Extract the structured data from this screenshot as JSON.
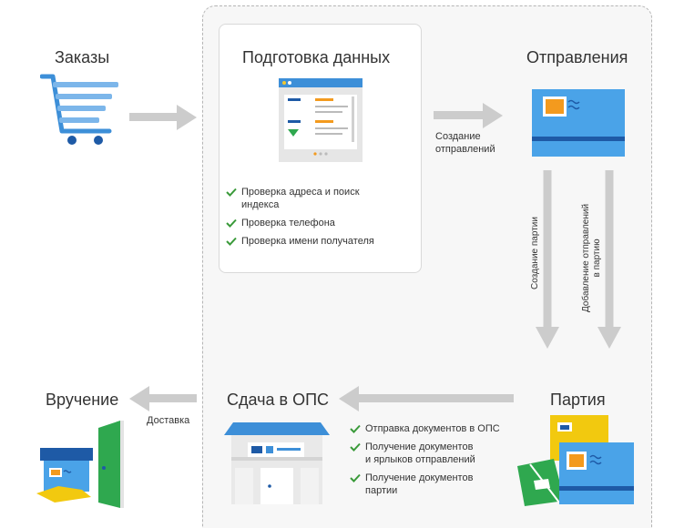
{
  "orders": {
    "title": "Заказы",
    "icon": "shopping-cart-icon"
  },
  "prep": {
    "title": "Подготовка данных",
    "icon": "data-form-icon",
    "checks": [
      [
        "Проверка адреса и поиск",
        "индекса"
      ],
      [
        "Проверка телефона"
      ],
      [
        "Проверка имени получателя"
      ]
    ]
  },
  "shipments": {
    "title": "Отправления",
    "icon": "envelope-icon",
    "arrow_label_lines": [
      "Создание",
      "отправлений"
    ]
  },
  "batch": {
    "title": "Партия",
    "icon": "batch-stack-icon",
    "arrow_create": "Создание партии",
    "arrow_add_lines": [
      "Добавление отправлений",
      "в партию"
    ]
  },
  "ops": {
    "title": "Сдача в ОПС",
    "icon": "post-office-icon",
    "checks": [
      [
        "Отправка документов в ОПС"
      ],
      [
        "Получение документов",
        "и ярлыков отправлений"
      ],
      [
        "Получение документов",
        "партии"
      ]
    ]
  },
  "delivery": {
    "title": "Вручение",
    "icon": "delivery-door-icon",
    "arrow_label": "Доставка"
  },
  "colors": {
    "arrow": "#cccccc",
    "check": "#3a9a3a",
    "blue": "#3d8fd8",
    "dark_blue": "#1e5aa6",
    "yellow": "#f2c90f",
    "orange": "#f39a1e",
    "green": "#2fa84f"
  }
}
